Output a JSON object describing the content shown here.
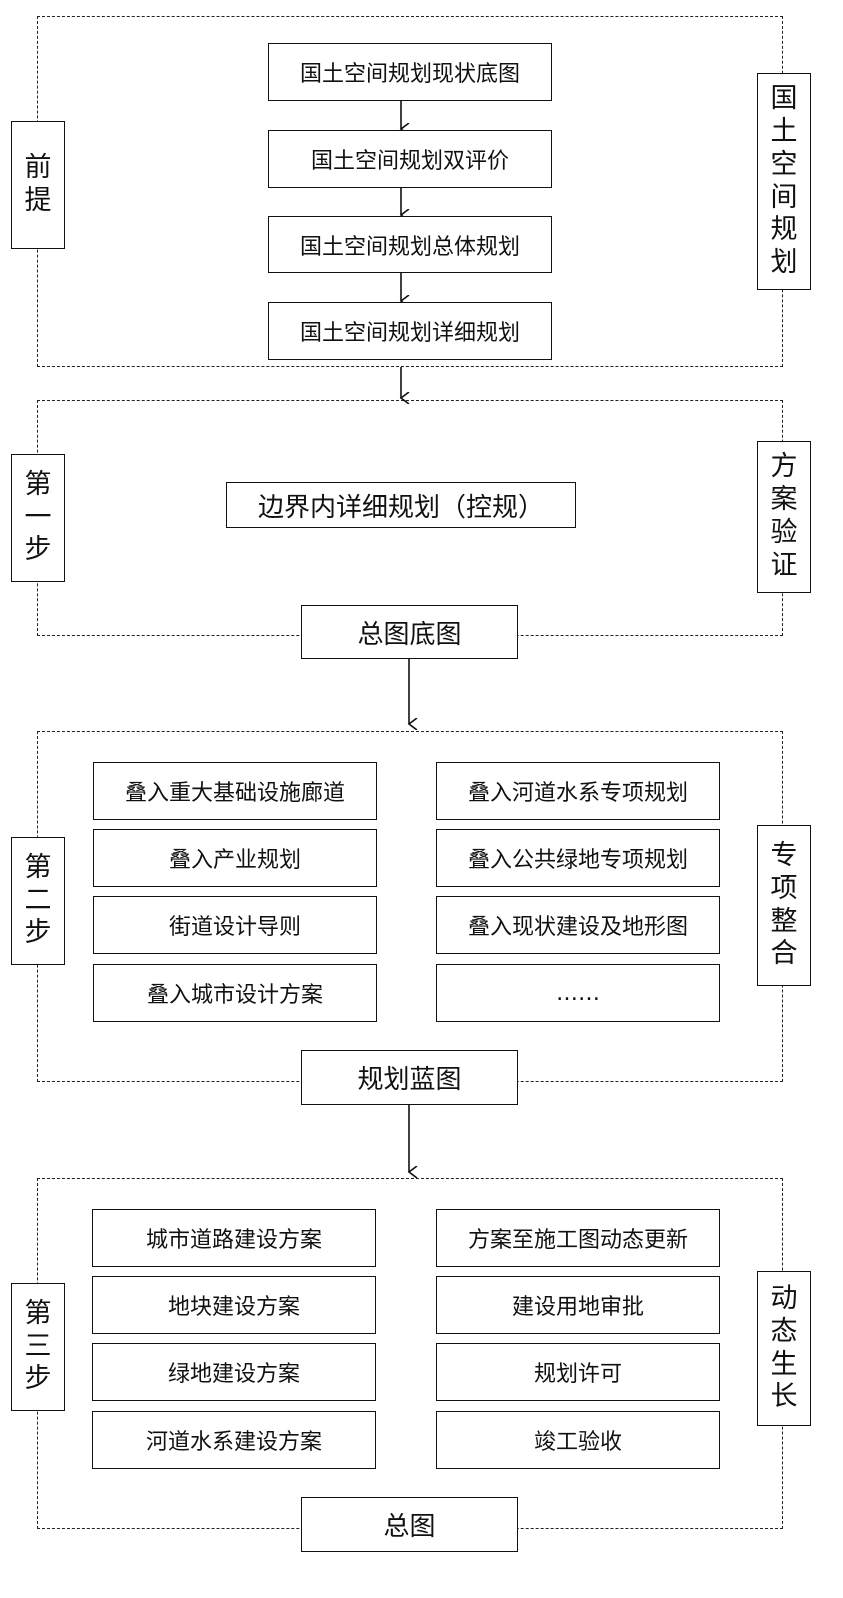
{
  "premise": {
    "side_label": "前提",
    "right_label": "国土空间规划",
    "steps": [
      "国土空间规划现状底图",
      "国土空间规划双评价",
      "国土空间规划总体规划",
      "国土空间规划详细规划"
    ]
  },
  "step1": {
    "side_label": "第一步",
    "right_label": "方案验证",
    "main_box": "边界内详细规划（控规）",
    "output": "总图底图"
  },
  "step2": {
    "side_label": "第二步",
    "right_label": "专项整合",
    "left_items": [
      "叠入重大基础设施廊道",
      "叠入产业规划",
      "街道设计导则",
      "叠入城市设计方案"
    ],
    "right_items": [
      "叠入河道水系专项规划",
      "叠入公共绿地专项规划",
      "叠入现状建设及地形图",
      "……"
    ],
    "output": "规划蓝图"
  },
  "step3": {
    "side_label": "第三步",
    "right_label": "动态生长",
    "left_items": [
      "城市道路建设方案",
      "地块建设方案",
      "绿地建设方案",
      "河道水系建设方案"
    ],
    "right_items": [
      "方案至施工图动态更新",
      "建设用地审批",
      "规划许可",
      "竣工验收"
    ],
    "output": "总图"
  }
}
